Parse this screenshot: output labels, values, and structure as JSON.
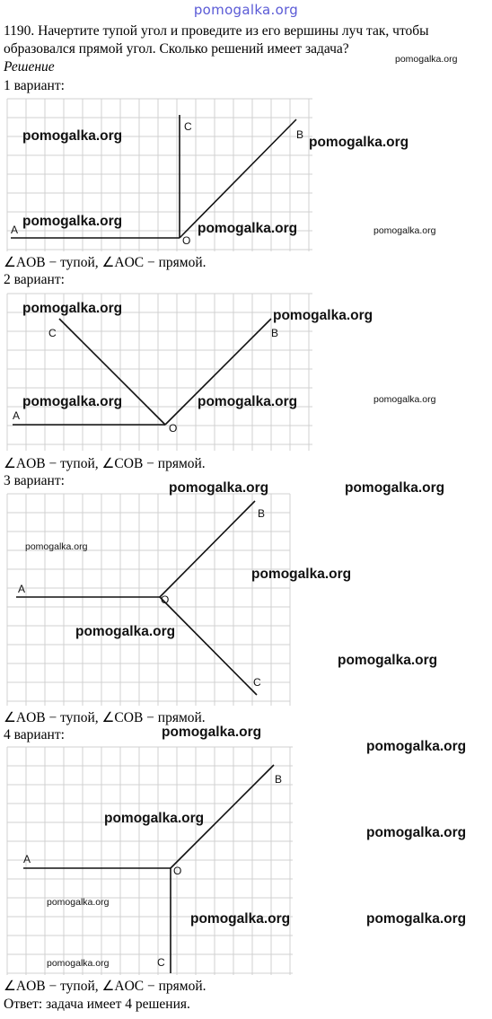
{
  "header": {
    "site": "pomogalka.org"
  },
  "problem": {
    "line1": "1190. Начертите тупой угол и проведите из его вершины луч так, чтобы",
    "line2": "образовался прямой угол. Сколько решений имеет задача?",
    "solution_label": "Решение"
  },
  "variants": [
    {
      "title": "1 вариант:",
      "caption": "∠AOB − тупой, ∠AOC − прямой."
    },
    {
      "title": "2 вариант:",
      "caption": "∠AOB − тупой, ∠COB − прямой."
    },
    {
      "title": "3 вариант:",
      "caption": "∠AOB − тупой, ∠COB − прямой."
    },
    {
      "title": "4 вариант:",
      "caption": "∠AOB − тупой, ∠AOC − прямой."
    }
  ],
  "points": {
    "A": "A",
    "O": "O",
    "B": "B",
    "C": "C"
  },
  "answer": "Ответ: задача имеет 4 решения.",
  "watermark": "pomogalka.org",
  "colors": {
    "header": "#5a5ad6",
    "grid": "#d0d0d0",
    "line": "#111111"
  }
}
